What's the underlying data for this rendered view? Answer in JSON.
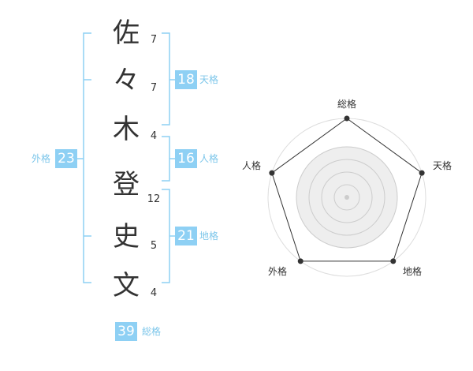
{
  "name": {
    "chars": [
      {
        "char": "佐",
        "strokes": "7"
      },
      {
        "char": "々",
        "strokes": "7"
      },
      {
        "char": "木",
        "strokes": "4"
      },
      {
        "char": "登",
        "strokes": "12"
      },
      {
        "char": "史",
        "strokes": "5"
      },
      {
        "char": "文",
        "strokes": "4"
      }
    ]
  },
  "fortunes": {
    "tenkaku": {
      "value": "18",
      "label": "天格"
    },
    "jinkaku": {
      "value": "16",
      "label": "人格"
    },
    "chikaku": {
      "value": "21",
      "label": "地格"
    },
    "gaikaku": {
      "value": "23",
      "label": "外格"
    },
    "soukaku": {
      "value": "39",
      "label": "総格"
    }
  },
  "colors": {
    "bracket": "#8ed0f4",
    "badge": "#8ed0f4",
    "badge_label": "#7cc6ea",
    "radar_fill": "#eeeeee",
    "radar_line": "#333333"
  },
  "chart_data": {
    "type": "radar",
    "axes": [
      "総格",
      "天格",
      "地格",
      "外格",
      "人格"
    ],
    "max": 5,
    "levels": 5,
    "values": [
      5,
      5,
      5,
      5,
      5
    ]
  }
}
